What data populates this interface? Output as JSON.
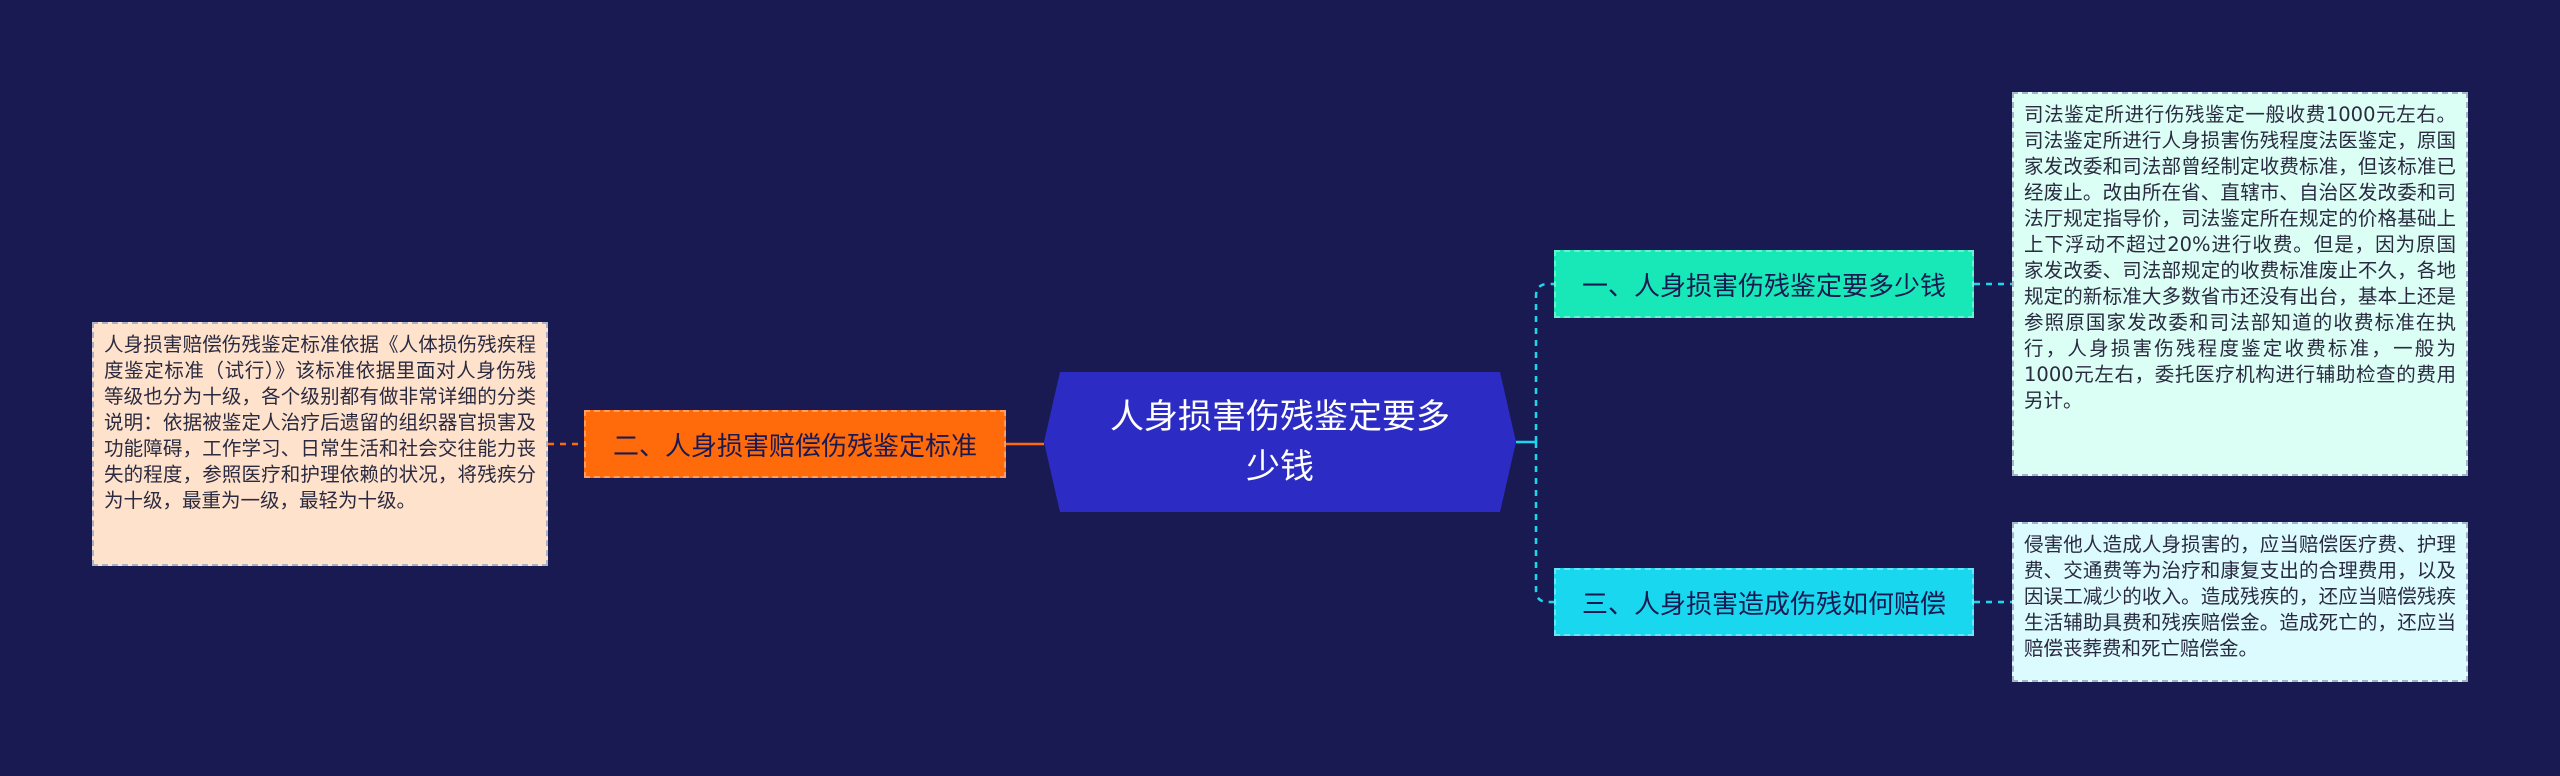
{
  "colors": {
    "background": "#1a1a52",
    "center": "#2c2cc4",
    "branch_1": "#18e8b8",
    "branch_2": "#ff6a0a",
    "branch_3": "#19d7ee",
    "leaf_1": "#dbfff5",
    "leaf_2": "#ffe2cc",
    "leaf_3": "#dcfbff"
  },
  "center": {
    "label": "人身损害伤残鉴定要多少钱"
  },
  "branches": [
    {
      "label": "一、人身损害伤残鉴定要多少钱",
      "detail": "司法鉴定所进行伤残鉴定一般收费1000元左右。司法鉴定所进行人身损害伤残程度法医鉴定，原国家发改委和司法部曾经制定收费标准，但该标准已经废止。改由所在省、直辖市、自治区发改委和司法厅规定指导价，司法鉴定所在规定的价格基础上上下浮动不超过20%进行收费。但是，因为原国家发改委、司法部规定的收费标准废止不久，各地规定的新标准大多数省市还没有出台，基本上还是参照原国家发改委和司法部知道的收费标准在执行，人身损害伤残程度鉴定收费标准，一般为1000元左右，委托医疗机构进行辅助检查的费用另计。"
    },
    {
      "label": "二、人身损害赔偿伤残鉴定标准",
      "detail": "人身损害赔偿伤残鉴定标准依据《人体损伤残疾程度鉴定标准（试行）》该标准依据里面对人身伤残等级也分为十级，各个级别都有做非常详细的分类说明：依据被鉴定人治疗后遗留的组织器官损害及功能障碍，工作学习、日常生活和社会交往能力丧失的程度，参照医疗和护理依赖的状况，将残疾分为十级，最重为一级，最轻为十级。"
    },
    {
      "label": "三、人身损害造成伤残如何赔偿",
      "detail": "侵害他人造成人身损害的，应当赔偿医疗费、护理费、交通费等为治疗和康复支出的合理费用，以及因误工减少的收入。造成残疾的，还应当赔偿残疾生活辅助具费和残疾赔偿金。造成死亡的，还应当赔偿丧葬费和死亡赔偿金。"
    }
  ]
}
